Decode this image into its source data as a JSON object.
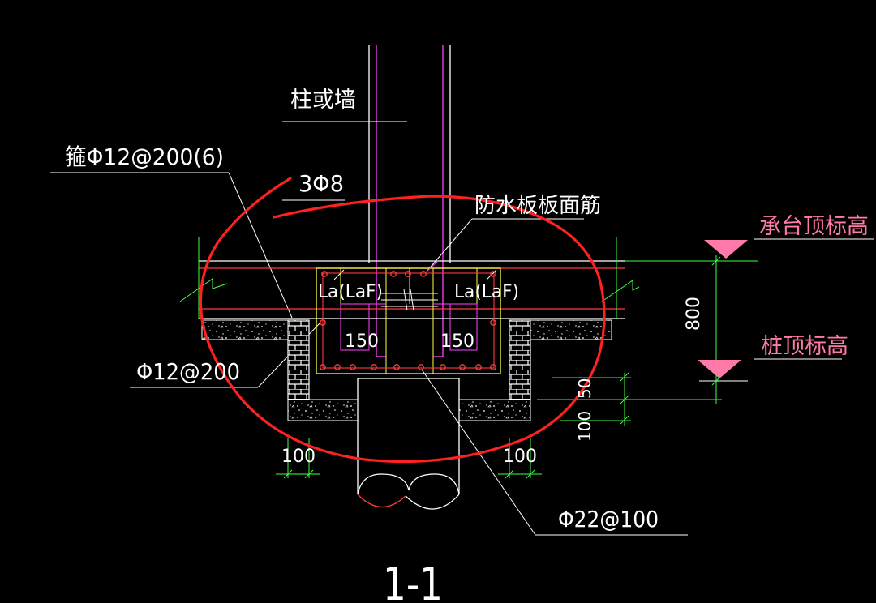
{
  "drawing": {
    "section_title": "1-1",
    "labels": {
      "column_or_wall": "柱或墙",
      "stirrup": "箍Φ12@200(6)",
      "top_bars": "3Φ8",
      "waterproof_top_rebar": "防水板板面筋",
      "cap_top_elevation": "承台顶标高",
      "pile_top_elevation": "桩顶标高",
      "anchor_left": "La(LaF)",
      "anchor_right": "La(LaF)",
      "dim_150_left": "150",
      "dim_150_right": "150",
      "side_bar": "Φ12@200",
      "dim_800": "800",
      "dim_50": "50",
      "dim_100_vertical": "100",
      "dim_100_left": "100",
      "dim_100_right": "100",
      "bottom_bar": "Φ22@100"
    },
    "colors": {
      "background": "#000000",
      "white": "#ffffff",
      "magenta": "#ff40ff",
      "yellow": "#ffff40",
      "green": "#40ff40",
      "red_markup": "#ff2020",
      "pink": "#ff7aa8",
      "cyan_rebar": "#ff3a3a"
    }
  }
}
